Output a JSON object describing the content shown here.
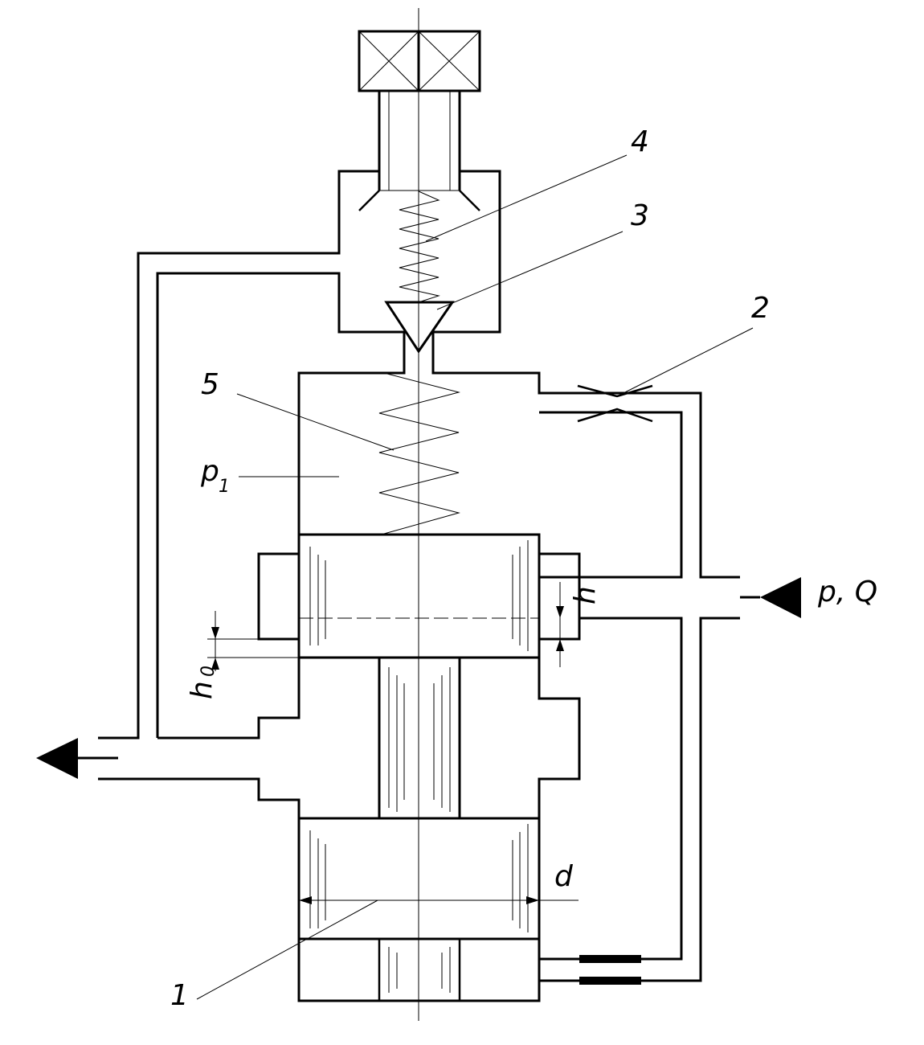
{
  "labels": {
    "part_1": "1",
    "part_2": "2",
    "part_3": "3",
    "part_4": "4",
    "part_5": "5",
    "pressure_p1_main": "p",
    "pressure_p1_sub": "1",
    "inlet": "p, Q",
    "opening_h": "h",
    "overlap_h0_main": "h",
    "overlap_h0_sub": "0",
    "diameter_d": "d"
  }
}
